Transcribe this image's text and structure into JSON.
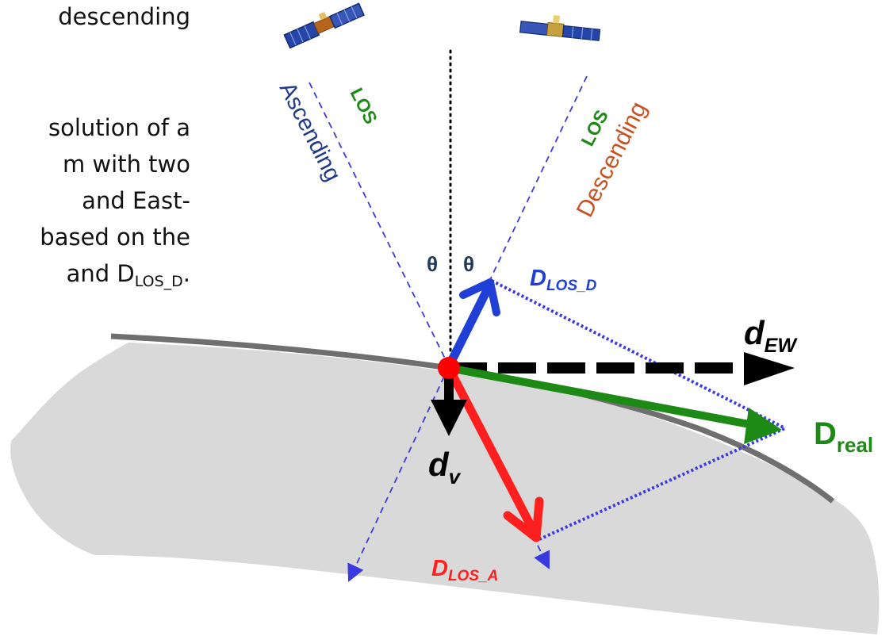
{
  "colors": {
    "ground_fill": "#d9d9d9",
    "surface_line": "#6f6f6f",
    "ascending": "#1f3a8a",
    "descending": "#c8511f",
    "los_label": "#1e8a16",
    "los_lines": "#3a3ae0",
    "d_los_d": "#1f3fd6",
    "d_los_a": "#ff1f1f",
    "d_real": "#1e8a16",
    "d_ew": "#000000",
    "d_v": "#000000",
    "point": "#ff0000"
  },
  "text_fragments": {
    "line1": "descending",
    "line2": "solution of a",
    "line3": "m with two",
    "line4": "and East-",
    "line5": "based on the",
    "line6_prefix": "and D",
    "line6_sub": "LOS_D",
    "line6_suffix": "."
  },
  "labels": {
    "ascending": "Ascending",
    "descending": "Descending",
    "los_left": "LOS",
    "los_right": "LOS",
    "theta_left": "θ",
    "theta_right": "θ",
    "d_los_d_main": "D",
    "d_los_d_sub": "LOS_D",
    "d_los_a_main": "D",
    "d_los_a_sub": "LOS_A",
    "d_ew_main": "d",
    "d_ew_sub": "EW",
    "d_v_main": "d",
    "d_v_sub": "v",
    "d_real_main": "D",
    "d_real_sub": "real"
  },
  "icons": {
    "left_satellite": "satellite-icon",
    "right_satellite": "satellite-icon"
  }
}
